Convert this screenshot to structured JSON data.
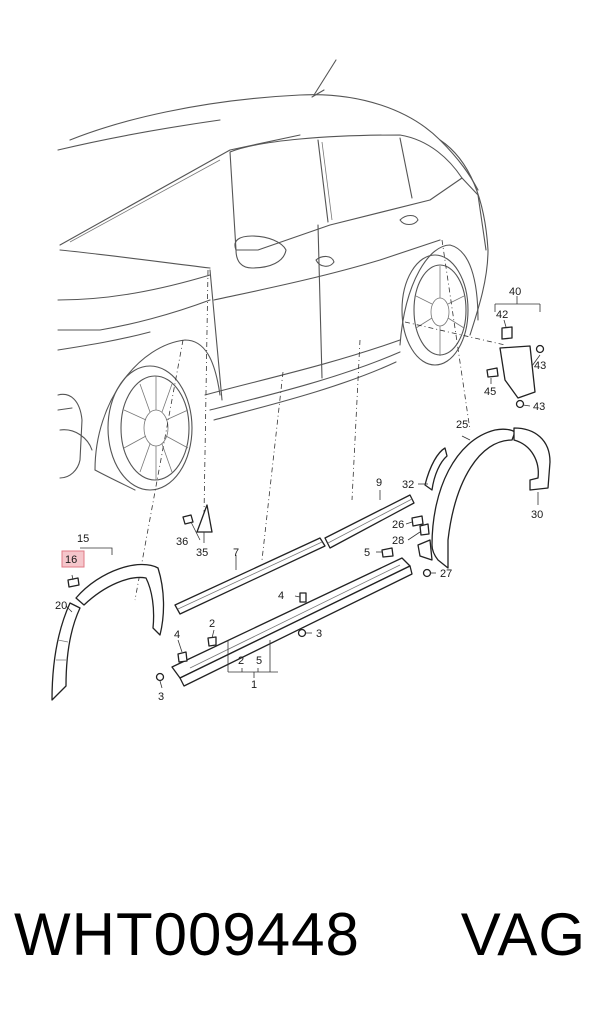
{
  "diagram": {
    "labels": {
      "l1": "1",
      "l2": "2",
      "l3": "3",
      "l4": "4",
      "l5": "5",
      "l7": "7",
      "l9": "9",
      "l15": "15",
      "l16": "16",
      "l20": "20",
      "l25": "25",
      "l26": "26",
      "l27": "27",
      "l28": "28",
      "l30": "30",
      "l32": "32",
      "l35": "35",
      "l36": "36",
      "l40": "40",
      "l42": "42",
      "l43": "43",
      "l45": "45"
    },
    "highlight_color": "#f5c6cb"
  },
  "footer": {
    "part_number": "WHT009448",
    "brand": "VAG"
  }
}
